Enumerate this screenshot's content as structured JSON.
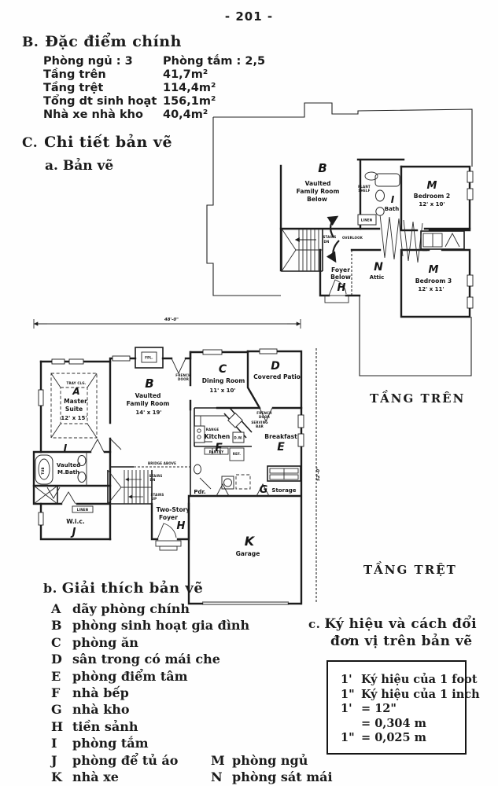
{
  "page_number": "- 201 -",
  "features": {
    "section_label": "B.",
    "title": "Đặc điểm chính",
    "rows": [
      {
        "label": "Phòng ngủ : 3",
        "value": "Phòng tắm : 2,5"
      },
      {
        "label": "Tầng trên",
        "value": "41,7m²"
      },
      {
        "label": "Tầng trệt",
        "value": "114,4m²"
      },
      {
        "label": "Tổng dt sinh hoạt",
        "value": "156,1m²"
      },
      {
        "label": "Nhà xe nhà kho",
        "value": "40,4m²"
      }
    ]
  },
  "details": {
    "section_label": "C.",
    "title": "Chi tiết bản vẽ",
    "subsection_label": "a.",
    "subsection_title": "Bản vẽ"
  },
  "upper_plan": {
    "caption": "TẦNG TRÊN",
    "labels": {
      "family_letter": "B",
      "family_1": "Vaulted",
      "family_2": "Family Room",
      "family_3": "Below",
      "plant_shelf_1": "PLANT",
      "plant_shelf_2": "SHELF",
      "bath_letter": "I",
      "bath_name": "Bath",
      "linen": "LINEN",
      "bedroom2_letter": "M",
      "bedroom2_name": "Bedroom 2",
      "bedroom2_dim": "12' x 10'",
      "bedroom3_letter": "M",
      "bedroom3_name": "Bedroom 3",
      "bedroom3_dim": "12' x 11'",
      "attic_letter": "N",
      "attic_name": "Attic",
      "foyer_1": "Foyer",
      "foyer_2": "Below",
      "foyer_letter": "H",
      "stairs_1": "STAIRS",
      "stairs_2": "DN",
      "overlook": "OVERLOOK"
    }
  },
  "ground_plan": {
    "caption": "TẦNG TRỆT",
    "dim_width": "48'-0\"",
    "dim_depth": "52'-0\"",
    "labels": {
      "tray": "TRAY CLG.",
      "master_letter": "A",
      "master_1": "Master",
      "master_2": "Suite",
      "master_dim": "12' x 15'",
      "family_letter": "B",
      "family_1": "Vaulted",
      "family_2": "Family Room",
      "family_dim": "14' x 19'",
      "fpl": "FPL.",
      "french_1": "FRENCH",
      "french_2": "DOOR",
      "dining_letter": "C",
      "dining_name": "Dining Room",
      "dining_dim": "11' x 10'",
      "patio_letter": "D",
      "patio_name": "Covered Patio",
      "range": "RANGE",
      "kitchen_name": "Kitchen",
      "kitchen_letter": "F",
      "serving_1": "SERVING",
      "serving_2": "BAR",
      "dw": "D.W.",
      "breakfast_name": "Breakfast",
      "breakfast_letter": "E",
      "pantry": "PANTRY",
      "ref": "REF.",
      "pdr": "Pdr.",
      "storage_letter": "G",
      "storage_name": "Storage",
      "mbath_letter": "I",
      "mbath_1": "Vaulted",
      "mbath_2": "M.Bath",
      "tub": "TUB",
      "wic_name": "W.i.c.",
      "wic_letter": "J",
      "linen": "LINEN",
      "foyer_1": "Two-Story",
      "foyer_2": "Foyer",
      "foyer_letter": "H",
      "stairs_dn_1": "STAIRS",
      "stairs_dn_2": "DN",
      "stairs_up_1": "STAIRS",
      "stairs_up_2": "UP",
      "bridge_above": "BRIDGE ABOVE",
      "garage_letter": "K",
      "garage_name": "Garage"
    }
  },
  "legend": {
    "section_label": "b.",
    "title": "Giải thích bản vẽ",
    "items": [
      {
        "key": "A",
        "text": "dãy phòng chính"
      },
      {
        "key": "B",
        "text": "phòng sinh hoạt gia đình"
      },
      {
        "key": "C",
        "text": "phòng ăn"
      },
      {
        "key": "D",
        "text": "sân trong có mái che"
      },
      {
        "key": "E",
        "text": "phòng điểm tâm"
      },
      {
        "key": "F",
        "text": "nhà bếp"
      },
      {
        "key": "G",
        "text": "nhà kho"
      },
      {
        "key": "H",
        "text": "tiền sảnh"
      },
      {
        "key": "I",
        "text": "phòng tắm"
      },
      {
        "key": "J",
        "text": "phòng để tủ áo"
      },
      {
        "key": "K",
        "text": "nhà xe"
      }
    ],
    "items_col2": [
      {
        "key": "M",
        "text": "phòng ngủ"
      },
      {
        "key": "N",
        "text": "phòng sát mái"
      }
    ]
  },
  "conversion": {
    "section_label": "c.",
    "title_line1": "Ký hiệu và cách đổi",
    "title_line2": "đơn vị trên bản vẽ",
    "rows": [
      {
        "sym": "1'",
        "text": "Ký hiệu của 1 foot"
      },
      {
        "sym": "1\"",
        "text": "Ký hiệu của 1 inch"
      },
      {
        "sym": "1'",
        "text": "= 12\""
      },
      {
        "sym": "",
        "text": "= 0,304 m"
      },
      {
        "sym": "1\"",
        "text": "= 0,025 m"
      }
    ]
  }
}
